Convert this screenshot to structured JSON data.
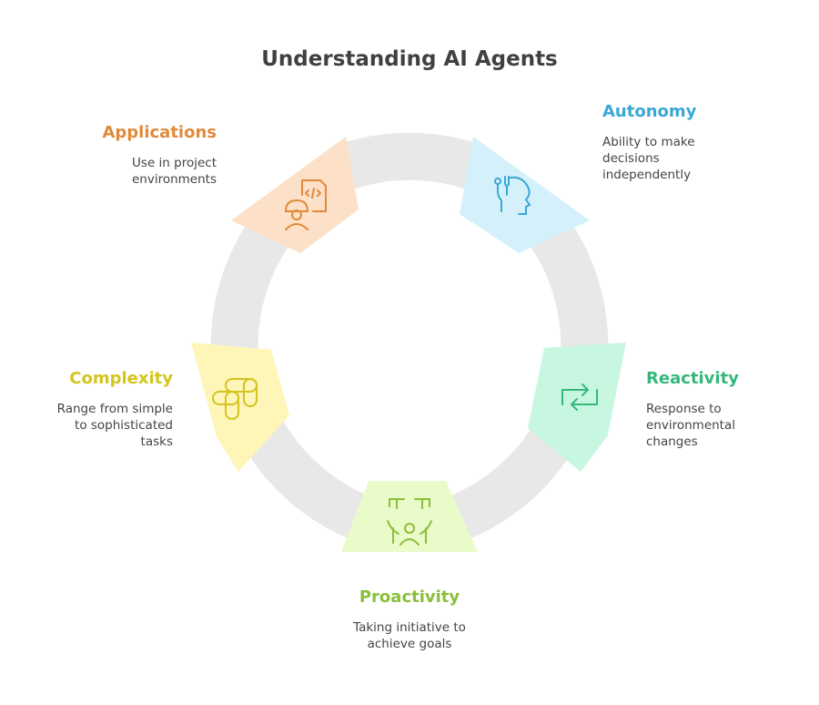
{
  "title": "Understanding AI Agents",
  "items": [
    {
      "key": "autonomy",
      "label": "Autonomy",
      "desc_lines": [
        "Ability to make",
        "decisions",
        "independently"
      ],
      "color": "#3aa7d4",
      "fill": "#d4f1fb",
      "icon": "person-head-icon"
    },
    {
      "key": "reactivity",
      "label": "Reactivity",
      "desc_lines": [
        "Response to",
        "environmental",
        "changes"
      ],
      "color": "#34b87a",
      "fill": "#c8f7e1",
      "icon": "refresh-arrows-icon"
    },
    {
      "key": "proactivity",
      "label": "Proactivity",
      "desc_lines": [
        "Taking initiative to",
        "achieve goals"
      ],
      "color": "#8bbf3a",
      "fill": "#e9fbc8",
      "icon": "initiative-people-icon"
    },
    {
      "key": "complexity",
      "label": "Complexity",
      "desc_lines": [
        "Range from simple",
        "to sophisticated",
        "tasks"
      ],
      "color": "#d4c41c",
      "fill": "#fdf6b8",
      "icon": "path-steps-icon"
    },
    {
      "key": "applications",
      "label": "Applications",
      "desc_lines": [
        "Use in project",
        "environments"
      ],
      "color": "#e08a3a",
      "fill": "#fde0c8",
      "icon": "developer-icon"
    }
  ]
}
